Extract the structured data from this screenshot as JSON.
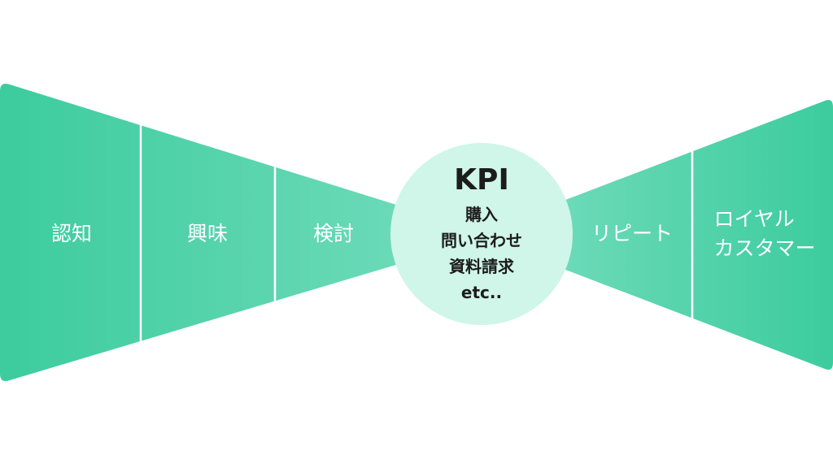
{
  "colors": {
    "funnel_dark": "#3ccc9d",
    "funnel_light": "#6cdab8",
    "circle": "#cff6e8",
    "text": "#ffffff"
  },
  "left_stages": [
    {
      "label": "認知"
    },
    {
      "label": "興味"
    },
    {
      "label": "検討"
    }
  ],
  "right_stages": [
    {
      "label": "リピート"
    },
    {
      "label": "ロイヤル\nカスタマー"
    }
  ],
  "kpi": {
    "title": "KPI",
    "items": [
      "購入",
      "問い合わせ",
      "資料請求",
      "etc.."
    ]
  }
}
